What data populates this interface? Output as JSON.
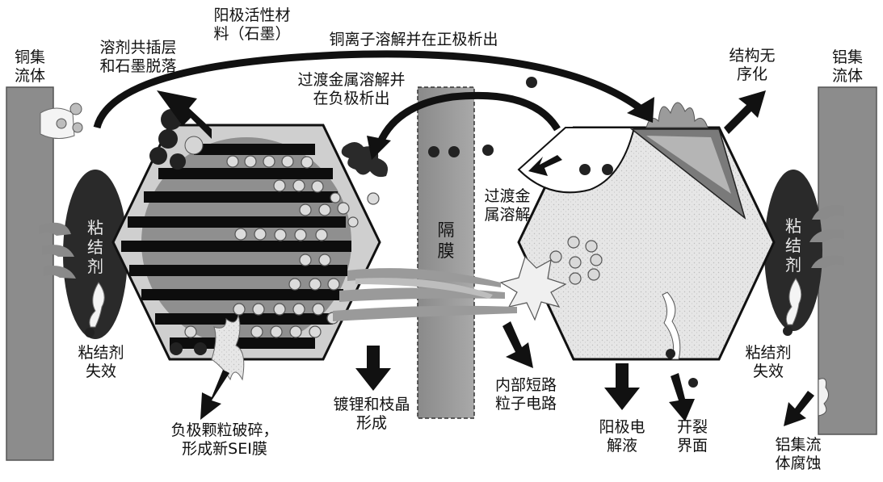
{
  "collectors": {
    "copper": {
      "line1": "铜集",
      "line2": "流体"
    },
    "aluminum": {
      "line1": "铝集",
      "line2": "流体"
    }
  },
  "separator": {
    "line1": "隔",
    "line2": "膜"
  },
  "binder": {
    "left": [
      "粘",
      "结",
      "剂"
    ],
    "right": [
      "粘",
      "结",
      "剂"
    ]
  },
  "labels": {
    "anode_active": {
      "line1": "阳极活性材",
      "line2": "料（石墨）"
    },
    "solvent_co": {
      "line1": "溶剂共插层",
      "line2": "和石墨脱落"
    },
    "cu_dissolve": "铜离子溶解并在正极析出",
    "tm_deposit": {
      "line1": "过渡金属溶解并",
      "line2": "在负极析出"
    },
    "structure": {
      "line1": "结构无",
      "line2": "序化"
    },
    "tm_dissolve": {
      "line1": "过渡金",
      "line2": "属溶解"
    },
    "binder_fail_left": {
      "line1": "粘结剂",
      "line2": "失效"
    },
    "binder_fail_right": {
      "line1": "粘结剂",
      "line2": "失效"
    },
    "particle_crack": {
      "line1": "负极颗粒破碎，",
      "line2": "形成新SEI膜"
    },
    "plating": {
      "line1": "镀锂和枝晶",
      "line2": "形成"
    },
    "short": {
      "line1": "内部短路",
      "line2": "粒子电路"
    },
    "electrolyte": {
      "line1": "阳极电",
      "line2": "解液"
    },
    "crack_interface": {
      "line1": "开裂",
      "line2": "界面"
    },
    "al_corrosion": {
      "line1": "铝集流",
      "line2": "体腐蚀"
    }
  },
  "colors": {
    "dark": "#1a1a1a",
    "mid": "#8a8a8a",
    "light": "#cfcfcf",
    "particle": "#d9d9d9"
  }
}
